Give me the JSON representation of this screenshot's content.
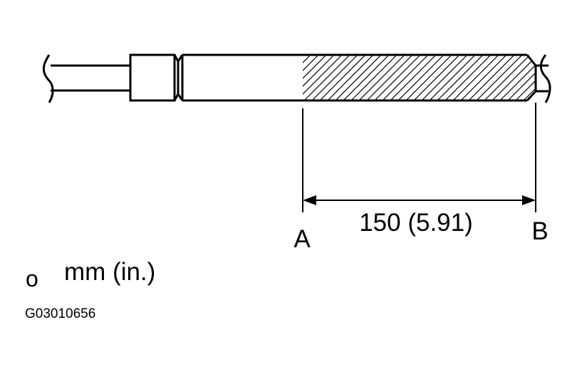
{
  "diagram": {
    "points": {
      "a": "A",
      "b": "B"
    },
    "dimension": "150 (5.91)",
    "unit_marker": "o",
    "unit": "mm (in.)",
    "figure_id": "G03010656"
  },
  "colors": {
    "line": "#000000",
    "background": "#ffffff"
  }
}
